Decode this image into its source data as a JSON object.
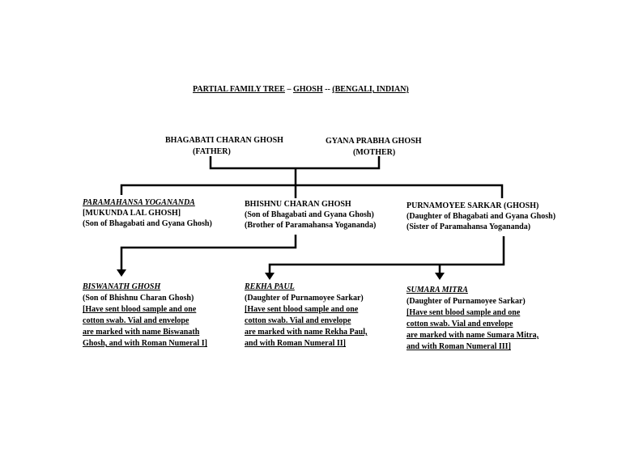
{
  "title": {
    "part1": "PARTIAL FAMILY TREE",
    "sep1": " – ",
    "part2": "GHOSH",
    "sep2": " -- ",
    "part3": "(BENGALI, INDIAN)"
  },
  "parents": {
    "father": {
      "name": "BHAGABATI CHARAN GHOSH",
      "role": "(FATHER)"
    },
    "mother": {
      "name": "GYANA PRABHA GHOSH",
      "role": "(MOTHER)"
    }
  },
  "children": [
    {
      "name": "PARAMAHANSA YOGANANDA",
      "lines": [
        "[MUKUNDA LAL GHOSH]",
        "(Son of Bhagabati and Gyana Ghosh)"
      ]
    },
    {
      "name": "BHISHNU CHARAN GHOSH",
      "lines": [
        "(Son of Bhagabati and Gyana Ghosh)",
        "(Brother of Paramahansa Yogananda)"
      ]
    },
    {
      "name": "PURNAMOYEE SARKAR (GHOSH)",
      "lines": [
        "(Daughter of Bhagabati and Gyana Ghosh)",
        "(Sister of Paramahansa Yogananda)"
      ]
    }
  ],
  "grandchildren": [
    {
      "name": "BISWANATH GHOSH",
      "parent": "(Son of Bhishnu Charan Ghosh)",
      "notes": [
        "[Have sent blood sample and one",
        "cotton swab.  Vial and envelope",
        "are marked with name Biswanath",
        "Ghosh, and with Roman Numeral I]"
      ]
    },
    {
      "name": "REKHA PAUL",
      "parent": "(Daughter of Purnamoyee Sarkar)",
      "notes": [
        "[Have sent blood sample and one",
        "cotton swab.  Vial and envelope",
        "are marked with name Rekha Paul,",
        "and with Roman Numeral II]"
      ]
    },
    {
      "name": "SUMARA MITRA",
      "parent": "(Daughter of Purnamoyee Sarkar)",
      "notes": [
        "[Have sent blood sample and one",
        "cotton swab.  Vial and envelope",
        "are marked with name Sumara Mitra,",
        "and with Roman Numeral III]"
      ]
    }
  ]
}
